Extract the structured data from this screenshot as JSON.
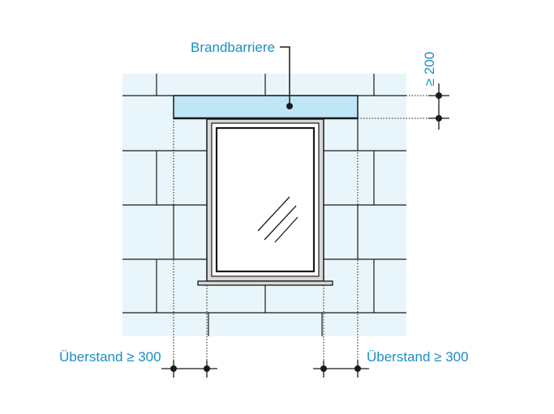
{
  "labels": {
    "fire_barrier": "Brandbarriere",
    "min_height": "≥ 200",
    "overhang_left": "Überstand ≥ 300",
    "overhang_right": "Überstand ≥ 300"
  },
  "colors": {
    "label_blue": "#1a8fc4",
    "wall_fill": "#e8f6fc",
    "barrier_fill": "#bfe6f5",
    "line": "#1a1a1a",
    "frame_fill": "#d8d8d8"
  }
}
